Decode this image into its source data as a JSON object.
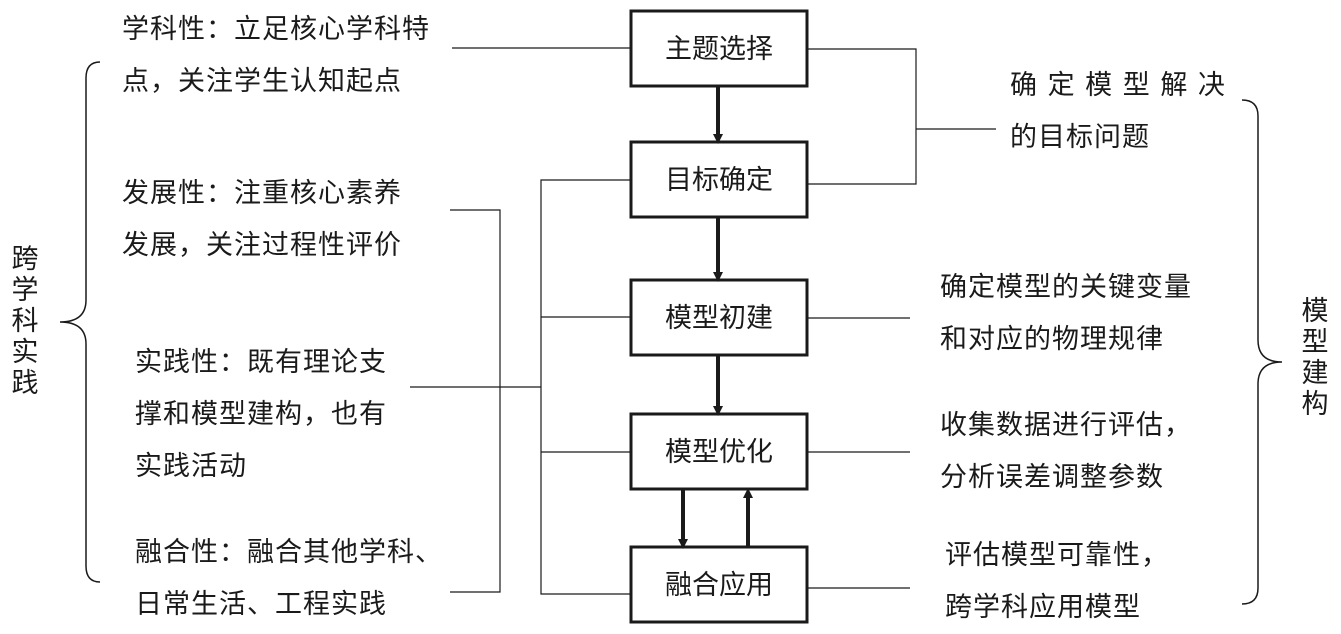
{
  "left_group": {
    "title": "跨学科实践",
    "items": [
      {
        "line1": "学科性：立足核心学科特",
        "line2": "点，关注学生认知起点"
      },
      {
        "line1": "发展性：注重核心素养",
        "line2": "发展，关注过程性评价"
      },
      {
        "line1": "实践性：既有理论支",
        "line2": "撑和模型建构，也有",
        "line3": "实践活动"
      },
      {
        "line1": "融合性：融合其他学科、",
        "line2": "日常生活、工程实践"
      }
    ]
  },
  "steps": [
    {
      "label": "主题选择"
    },
    {
      "label": "目标确定"
    },
    {
      "label": "模型初建"
    },
    {
      "label": "模型优化"
    },
    {
      "label": "融合应用"
    }
  ],
  "right_group": {
    "title": "模型建构",
    "notes": [
      {
        "line1": "确 定 模 型 解 决",
        "line2": "的目标问题"
      },
      {
        "line1": "确定模型的关键变量",
        "line2": "和对应的物理规律"
      },
      {
        "line1": "收集数据进行评估，",
        "line2": "分析误差调整参数"
      },
      {
        "line1": "评估模型可靠性，",
        "line2": "跨学科应用模型"
      }
    ]
  }
}
